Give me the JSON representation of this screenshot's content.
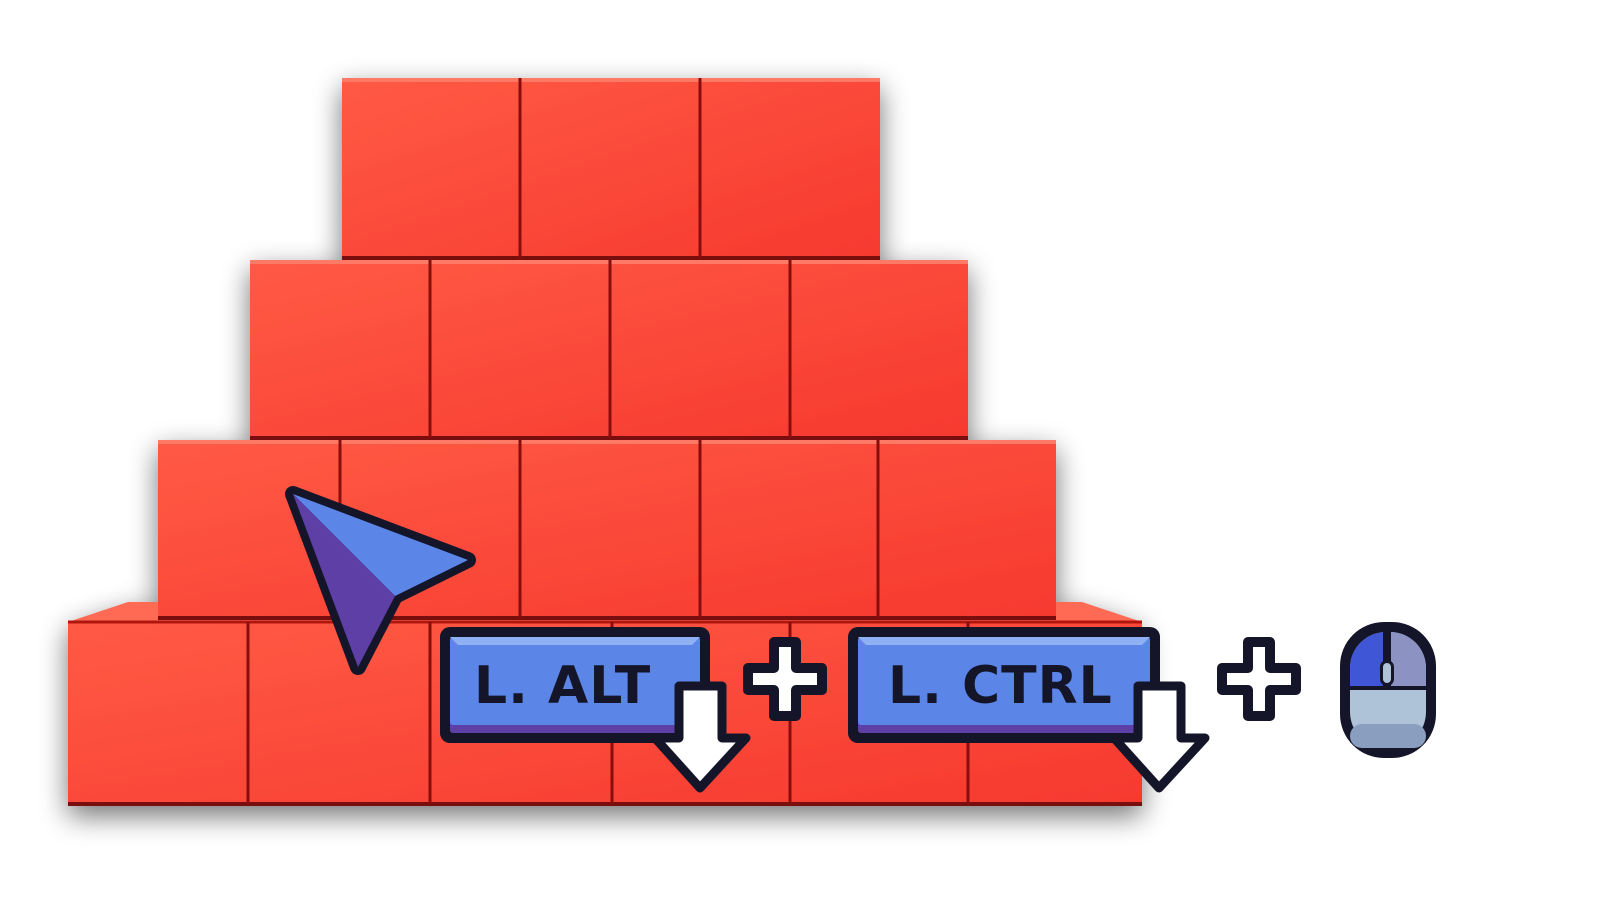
{
  "tutorial": {
    "keys": [
      {
        "label": "L. ALT",
        "action": "hold"
      },
      {
        "label": "L. CTRL",
        "action": "hold"
      }
    ],
    "combiner": "+",
    "final_input": "left-mouse-button",
    "pointer": "cursor-arrow-icon"
  },
  "colors": {
    "brick": "#fb4035",
    "brick_edge": "#8a0d0b",
    "key_face": "#5b86e8",
    "key_purple": "#5e3fa6",
    "outline": "#15152a",
    "mouse_left_button": "#3f56d6",
    "mouse_body": "#aec2d8"
  },
  "icons": [
    "cursor-arrow-icon",
    "down-arrow-icon",
    "plus-icon",
    "mouse-left-click-icon"
  ]
}
